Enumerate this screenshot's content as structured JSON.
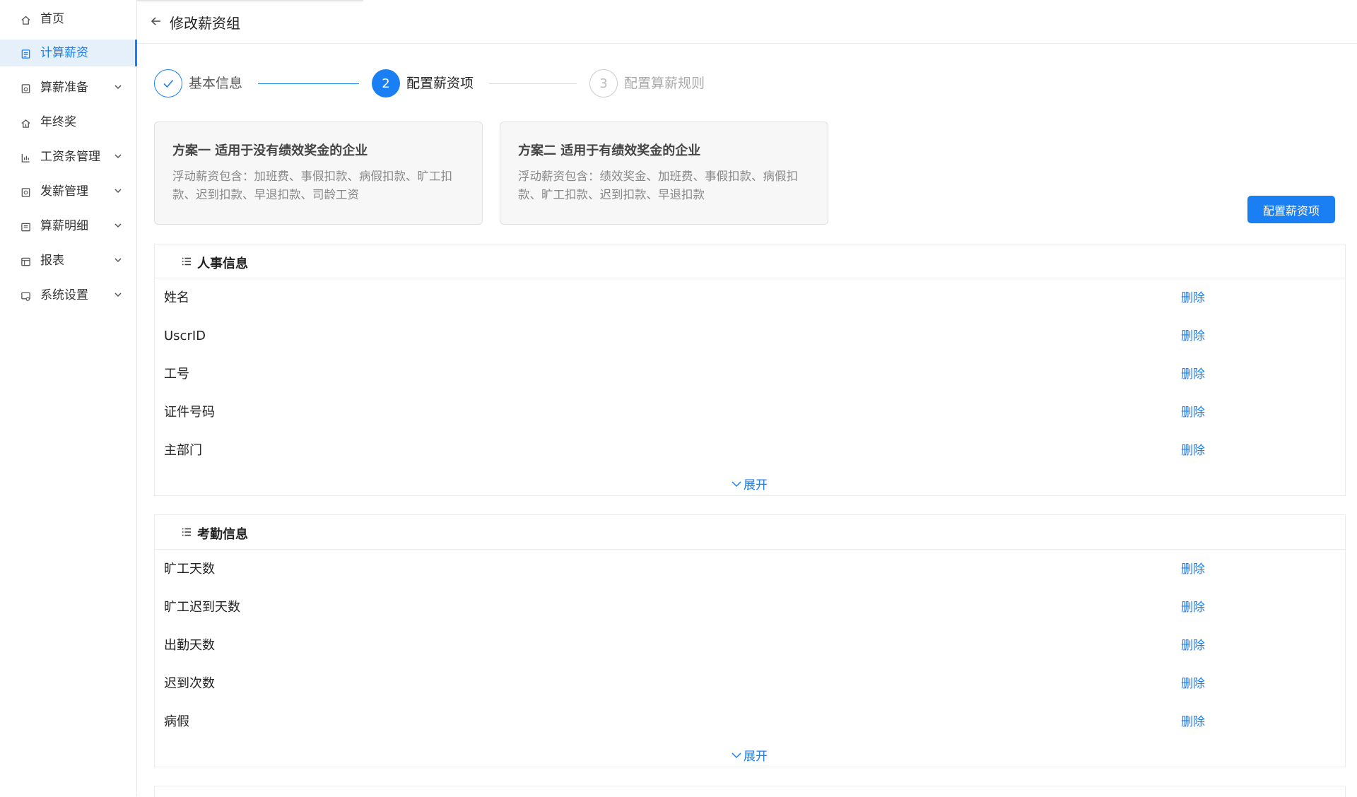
{
  "sidebar": {
    "items": [
      {
        "label": "首页",
        "icon": "home-icon",
        "active": false,
        "expandable": false
      },
      {
        "label": "计算薪资",
        "icon": "salary-calc-icon",
        "active": true,
        "expandable": false
      },
      {
        "label": "算薪准备",
        "icon": "prepare-icon",
        "active": false,
        "expandable": true
      },
      {
        "label": "年终奖",
        "icon": "bonus-icon",
        "active": false,
        "expandable": false
      },
      {
        "label": "工资条管理",
        "icon": "payslip-icon",
        "active": false,
        "expandable": true
      },
      {
        "label": "发薪管理",
        "icon": "payout-icon",
        "active": false,
        "expandable": true
      },
      {
        "label": "算薪明细",
        "icon": "detail-icon",
        "active": false,
        "expandable": true
      },
      {
        "label": "报表",
        "icon": "report-icon",
        "active": false,
        "expandable": true
      },
      {
        "label": "系统设置",
        "icon": "settings-icon",
        "active": false,
        "expandable": true
      }
    ]
  },
  "header": {
    "title": "修改薪资组"
  },
  "steps": [
    {
      "number": "",
      "label": "基本信息",
      "state": "done"
    },
    {
      "number": "2",
      "label": "配置薪资项",
      "state": "current"
    },
    {
      "number": "3",
      "label": "配置算薪规则",
      "state": "pending"
    }
  ],
  "plans": [
    {
      "title": "方案一 适用于没有绩效奖金的企业",
      "desc": "浮动薪资包含：加班费、事假扣款、病假扣款、旷工扣款、迟到扣款、早退扣款、司龄工资"
    },
    {
      "title": "方案二 适用于有绩效奖金的企业",
      "desc": "浮动薪资包含：绩效奖金、加班费、事假扣款、病假扣款、旷工扣款、迟到扣款、早退扣款"
    }
  ],
  "config_button": "配置薪资项",
  "sections": [
    {
      "title": "人事信息",
      "rows": [
        "姓名",
        "UscrID",
        "工号",
        "证件号码",
        "主部门"
      ],
      "delete_label": "删除",
      "expand_label": "展开"
    },
    {
      "title": "考勤信息",
      "rows": [
        "旷工天数",
        "旷工迟到天数",
        "出勤天数",
        "迟到次数",
        "病假"
      ],
      "delete_label": "删除",
      "expand_label": "展开"
    }
  ],
  "colors": {
    "accent": "#1a7ff2",
    "active_bg": "#e6f0fb"
  }
}
